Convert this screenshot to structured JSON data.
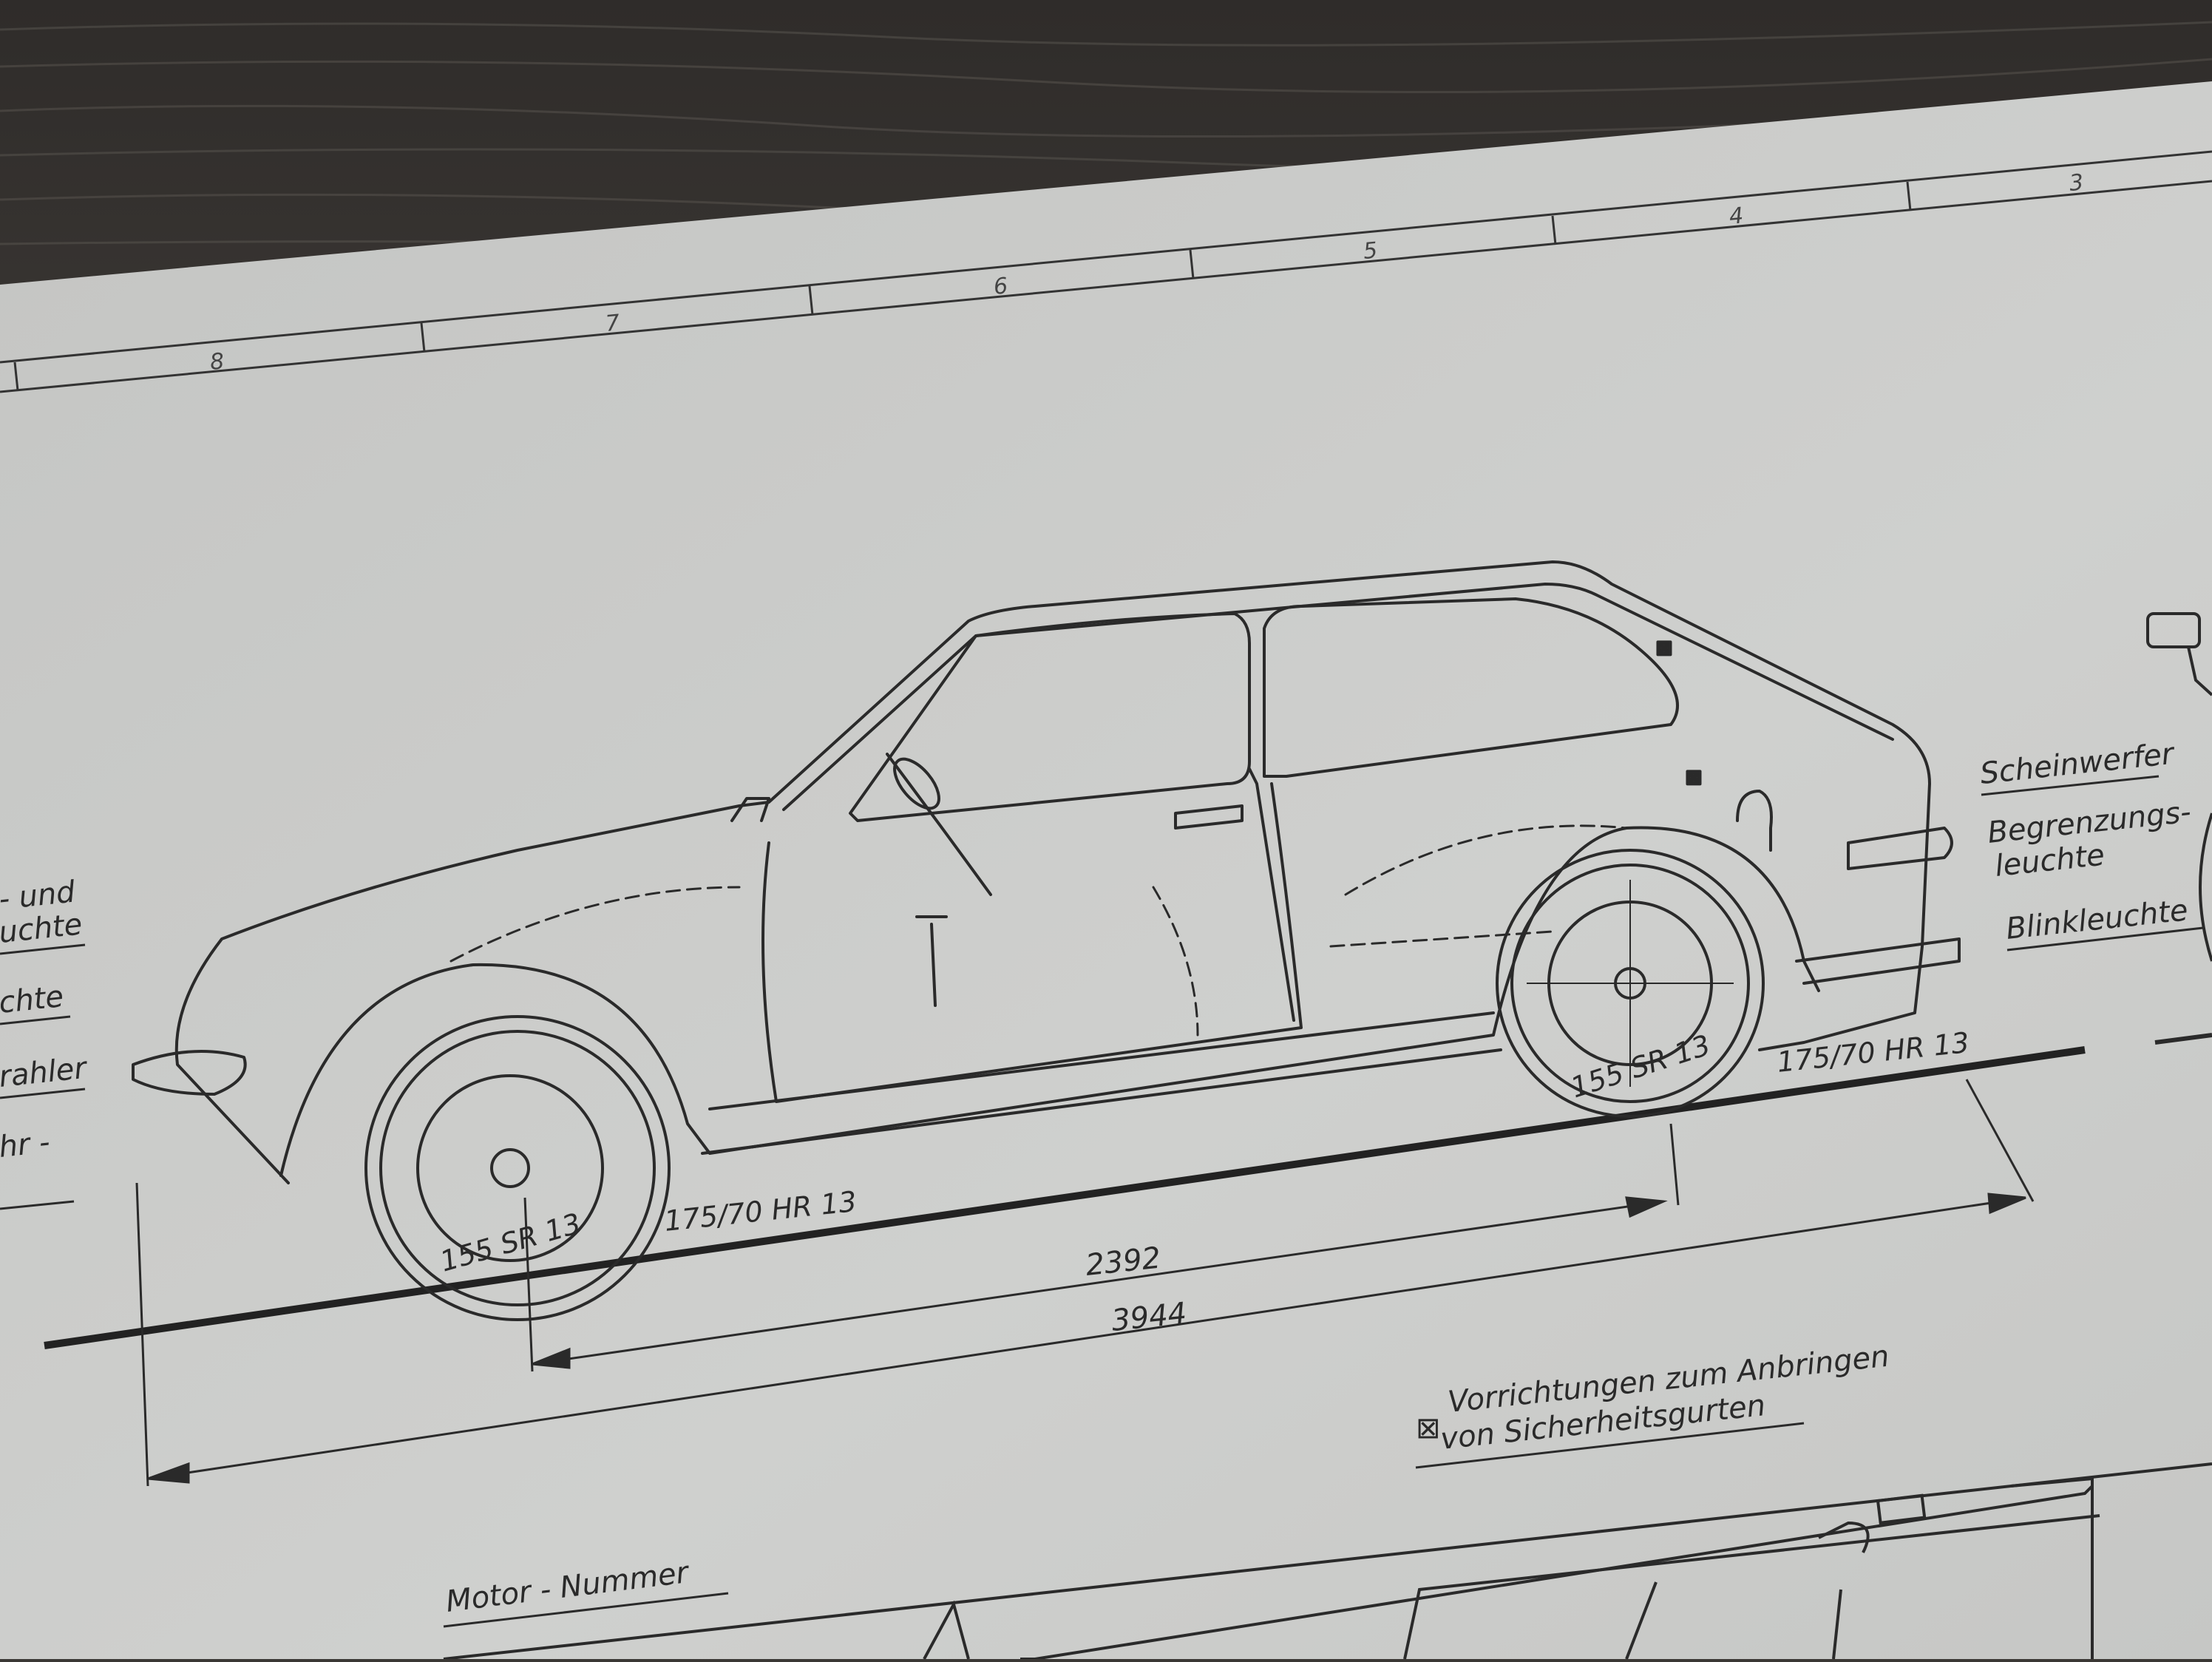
{
  "ruler_numbers": [
    "8",
    "7",
    "6",
    "5",
    "4",
    "3"
  ],
  "labels": {
    "scheinwerfer": "Scheinwerfer",
    "begrenzungs_1": "Begrenzungs-",
    "begrenzungs_2": "leuchte",
    "blinkleuchte": "Blinkleuchte",
    "partial_und": "- und",
    "partial_uchte": "uchte",
    "partial_chte": "chte",
    "partial_ahler": "rahler",
    "partial_hr": "hr -",
    "motor_nummer": "Motor - Nummer"
  },
  "tires": {
    "front_sidewall": "155 SR 13",
    "front_alt": "175/70 HR 13",
    "rear_sidewall": "155 SR 13",
    "rear_alt": "175/70 HR 13"
  },
  "dimensions": {
    "wheelbase": "2392",
    "overall_length": "3944"
  },
  "note": {
    "symbol": "⊠",
    "line1": "Vorrichtungen zum Anbringen",
    "line2": "von Sicherheitsgurten"
  },
  "colors": {
    "wood": "#3b3835",
    "paper": "#c9cac8",
    "ink": "#2a2a2a"
  }
}
